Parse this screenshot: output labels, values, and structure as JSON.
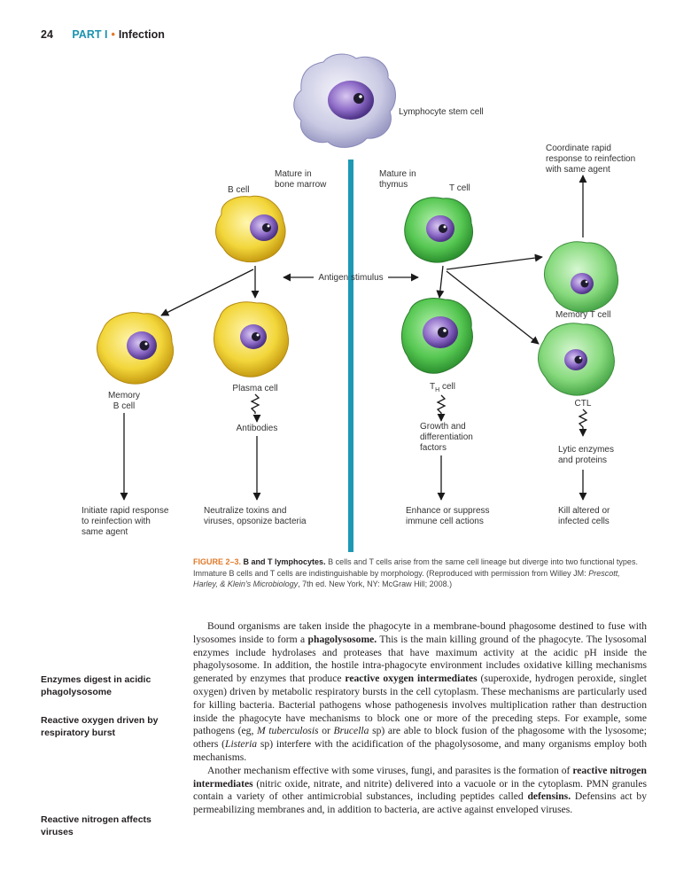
{
  "header": {
    "page_number": "24",
    "part": "PART I",
    "separator": "•",
    "section": "Infection"
  },
  "figure": {
    "labels": {
      "stem": "Lymphocyte stem cell",
      "bone_1": "Mature in",
      "bone_2": "bone marrow",
      "thymus_1": "Mature in",
      "thymus_2": "thymus",
      "bcell": "B cell",
      "tcell": "T cell",
      "coord_1": "Coordinate rapid",
      "coord_2": "response to reinfection",
      "coord_3": "with same agent",
      "antigen": "Antigen stimulus",
      "memory_t": "Memory T cell",
      "memory_b_1": "Memory",
      "memory_b_2": "B cell",
      "plasma": "Plasma cell",
      "th": "T",
      "th_sub": "H",
      "th_rest": " cell",
      "ctl": "CTL",
      "antibodies": "Antibodies",
      "growth_1": "Growth and",
      "growth_2": "differentiation",
      "growth_3": "factors",
      "lytic_1": "Lytic enzymes",
      "lytic_2": "and proteins",
      "out1_1": "Initiate rapid response",
      "out1_2": "to reinfection with",
      "out1_3": "same agent",
      "out2_1": "Neutralize toxins and",
      "out2_2": "viruses, opsonize bacteria",
      "out3_1": "Enhance or suppress",
      "out3_2": "immune cell actions",
      "out4_1": "Kill altered or",
      "out4_2": "infected cells"
    }
  },
  "caption": {
    "label": "FIGURE 2–3.",
    "title": "B and T lymphocytes.",
    "text_1": "B cells and T cells arise from the same cell lineage but diverge into two functional types. Immature B cells and T cells are indistinguishable by morphology. (Reproduced with permission from Willey JM: ",
    "book": "Prescott, Harley, & Klein's Microbiology",
    "text_2": ", 7th ed. New York, NY: McGraw Hill; 2008.)"
  },
  "body": {
    "p1_a": "Bound organisms are taken inside the phagocyte in a membrane-bound phagosome destined to fuse with lysosomes inside to form a ",
    "p1_b": "phagolysosome.",
    "p1_c": " This is the main killing ground of the phagocyte. The lysosomal enzymes include hydrolases and proteases that have maximum activity at the acidic pH inside the phagolysosome. In addition, the hostile intra-phagocyte environment includes oxidative killing mechanisms generated by enzymes that produce ",
    "p1_d": "reactive oxygen intermediates",
    "p1_e": " (superoxide, hydrogen peroxide, singlet oxygen) driven by metabolic respiratory bursts in the cell cytoplasm. These mechanisms are particularly used for killing bacteria. Bacterial pathogens whose pathogenesis involves multiplication rather than destruction inside the phagocyte have mechanisms to block one or more of the preceding steps. For example, some pathogens (eg, ",
    "p1_f": "M tuberculosis",
    "p1_g": " or ",
    "p1_h": "Brucella",
    "p1_i": " sp) are able to block fusion of the phagosome with the lysosome; others (",
    "p1_j": "Listeria",
    "p1_k": " sp) interfere with the acidification of the phagolysosome, and many organisms employ both mechanisms.",
    "p2_a": "Another mechanism effective with some viruses, fungi, and parasites is the formation of ",
    "p2_b": "reactive nitrogen intermediates",
    "p2_c": " (nitric oxide, nitrate, and nitrite) delivered into a vacuole or in the cytoplasm. PMN granules contain a variety of other antimicrobial substances, including peptides called ",
    "p2_d": "defensins.",
    "p2_e": " Defensins act by permeabilizing membranes and, in addition to bacteria, are active against enveloped viruses."
  },
  "margin_notes": {
    "note1": "Enzymes digest in acidic phagolysosome",
    "note2": "Reactive oxygen driven by respiratory burst",
    "note3": "Reactive nitrogen affects viruses"
  }
}
